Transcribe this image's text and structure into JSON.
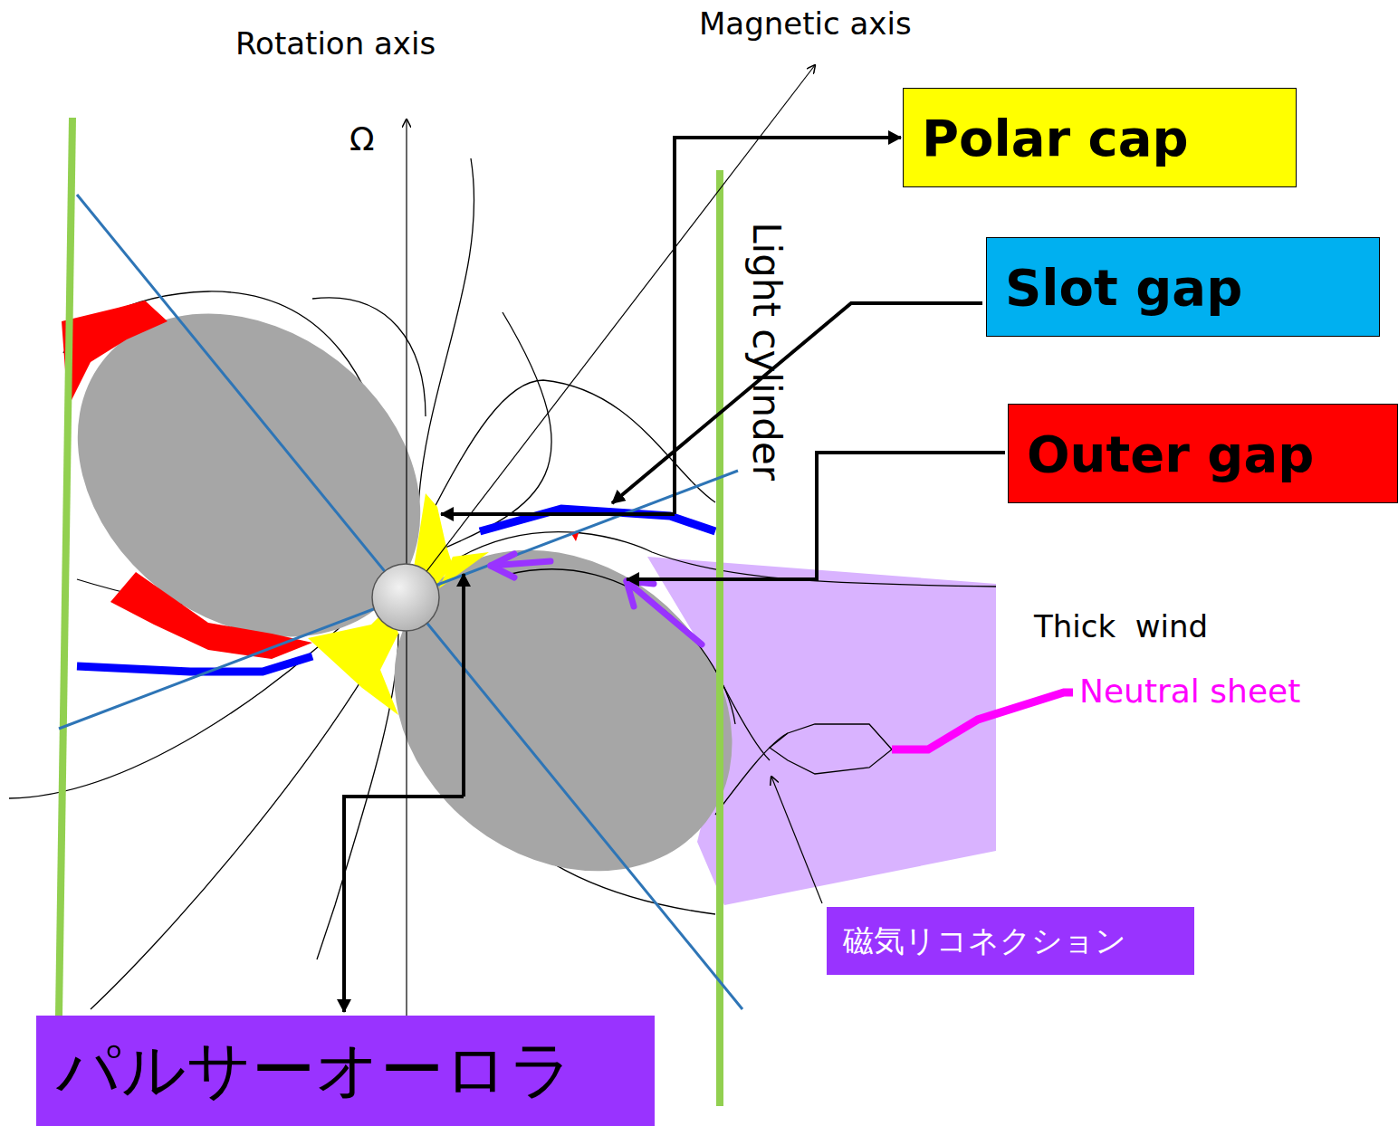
{
  "diagram": {
    "nodes": [
      {
        "text": [
          "Polar cap"
        ]
      },
      {
        "text": [
          "Slot gap"
        ]
      },
      {
        "text": [
          "Outer gap"
        ]
      },
      {
        "text": [
          "磁気リコネクション"
        ]
      },
      {
        "text": [
          "パルサーオーロラ"
        ]
      }
    ],
    "labels": [
      "Rotation axis",
      "Ω",
      "Magnetic axis",
      "Light cylinder",
      "Thick  wind",
      "Neutral sheet"
    ]
  }
}
